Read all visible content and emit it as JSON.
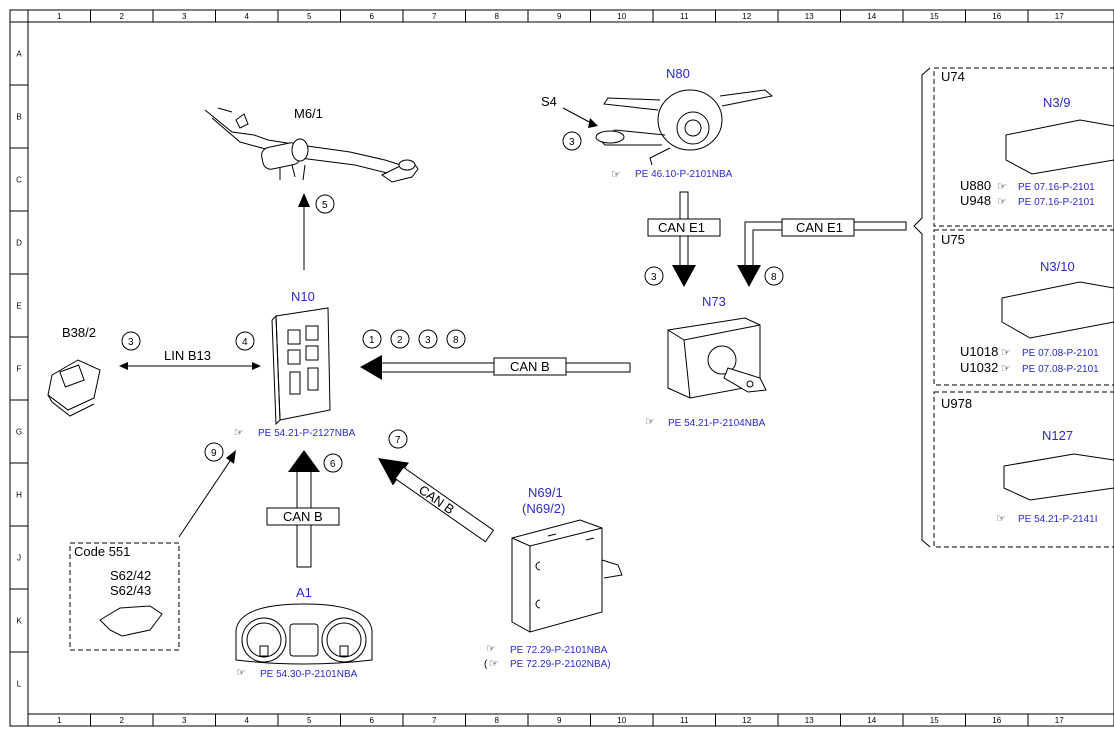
{
  "grid": {
    "columns": [
      "1",
      "2",
      "3",
      "4",
      "5",
      "6",
      "7",
      "8",
      "9",
      "10",
      "11",
      "12",
      "13",
      "14",
      "15",
      "16",
      "17"
    ],
    "rows": [
      "A",
      "B",
      "C",
      "D",
      "E",
      "F",
      "G",
      "H",
      "J",
      "K",
      "L"
    ]
  },
  "components": {
    "m6_1": {
      "label": "M6/1"
    },
    "n80": {
      "label": "N80",
      "sub_label": "S4",
      "ref": "PE 46.10-P-2101NBA"
    },
    "n10": {
      "label": "N10",
      "ref": "PE 54.21-P-2127NBA"
    },
    "b38_2": {
      "label": "B38/2"
    },
    "n73": {
      "label": "N73",
      "ref": "PE 54.21-P-2104NBA"
    },
    "n69_1": {
      "label": "N69/1",
      "label_alt": "(N69/2)",
      "ref": "PE 72.29-P-2101NBA",
      "ref_alt": "PE 72.29-P-2102NBA)",
      "ref_alt_open": "("
    },
    "a1": {
      "label": "A1",
      "ref": "PE 54.30-P-2101NBA"
    },
    "code551": {
      "title": "Code 551",
      "line1": "S62/42",
      "line2": "S62/43"
    },
    "u74": {
      "title": "U74",
      "label": "N3/9",
      "line1_code": "U880",
      "line1_ref": "PE 07.16-P-2101",
      "line2_code": "U948",
      "line2_ref": "PE 07.16-P-2101"
    },
    "u75": {
      "title": "U75",
      "label": "N3/10",
      "line1_code": "U1018",
      "line1_ref": "PE 07.08-P-2101",
      "line2_code": "U1032",
      "line2_ref": "PE 07.08-P-2101"
    },
    "u978": {
      "title": "U978",
      "label": "N127",
      "ref": "PE 54.21-P-2141I"
    }
  },
  "buses": {
    "lin_b13": "LIN B13",
    "can_b_n73": "CAN B",
    "can_b_a1": "CAN B",
    "can_b_n69": "CAN B",
    "can_e1_n80": "CAN E1",
    "can_e1_engine": "CAN E1"
  },
  "callouts": {
    "m6": "5",
    "s4": "3",
    "n73_left": "3",
    "n73_right": "8",
    "b38": "3",
    "n10_lin": "4",
    "canb_1": "1",
    "canb_2": "2",
    "canb_3": "3",
    "canb_8": "8",
    "code551": "9",
    "a1": "6",
    "n69": "7"
  },
  "colors": {
    "accent_text": "#2a2ad0",
    "line": "#000000"
  }
}
